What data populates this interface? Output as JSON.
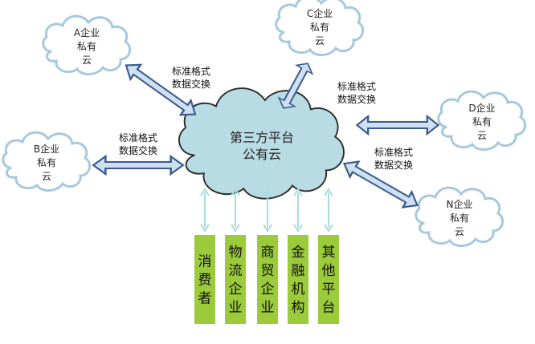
{
  "center_cloud": {
    "line1": "第三方平台",
    "line2": "公有云"
  },
  "private_clouds": [
    {
      "id": "a",
      "line1": "A企业",
      "line2": "私有",
      "line3": "云"
    },
    {
      "id": "c",
      "line1": "C企业",
      "line2": "私有",
      "line3": "云"
    },
    {
      "id": "b",
      "line1": "B企业",
      "line2": "私有",
      "line3": "云"
    },
    {
      "id": "d",
      "line1": "D企业",
      "line2": "私有",
      "line3": "云"
    },
    {
      "id": "n",
      "line1": "N企业",
      "line2": "私有",
      "line3": "云"
    }
  ],
  "exchange_labels": [
    {
      "id": "a",
      "line1": "标准格式",
      "line2": "数据交换"
    },
    {
      "id": "b",
      "line1": "标准格式",
      "line2": "数据交换"
    },
    {
      "id": "d",
      "line1": "标准格式",
      "line2": "数据交换"
    },
    {
      "id": "n",
      "line1": "标准格式",
      "line2": "数据交换"
    }
  ],
  "participants": [
    {
      "id": "consumer",
      "chars": [
        "消",
        "费",
        "者"
      ]
    },
    {
      "id": "logistics",
      "chars": [
        "物",
        "流",
        "企",
        "业"
      ]
    },
    {
      "id": "trade",
      "chars": [
        "商",
        "贸",
        "企",
        "业"
      ]
    },
    {
      "id": "finance",
      "chars": [
        "金",
        "融",
        "机",
        "构"
      ]
    },
    {
      "id": "other",
      "chars": [
        "其",
        "他",
        "平",
        "台"
      ]
    }
  ],
  "colors": {
    "cloud_fill": "#b9dce4",
    "cloud_stroke": "#2a2a2a",
    "private_cloud_fill": "#ffffff",
    "private_cloud_stroke": "#a6c9df",
    "arrow_fill": "#cfe0f3",
    "arrow_stroke": "#3a5b8c",
    "small_arrow": "#a9dbe1",
    "bar_fill": "#9bcb3a"
  }
}
